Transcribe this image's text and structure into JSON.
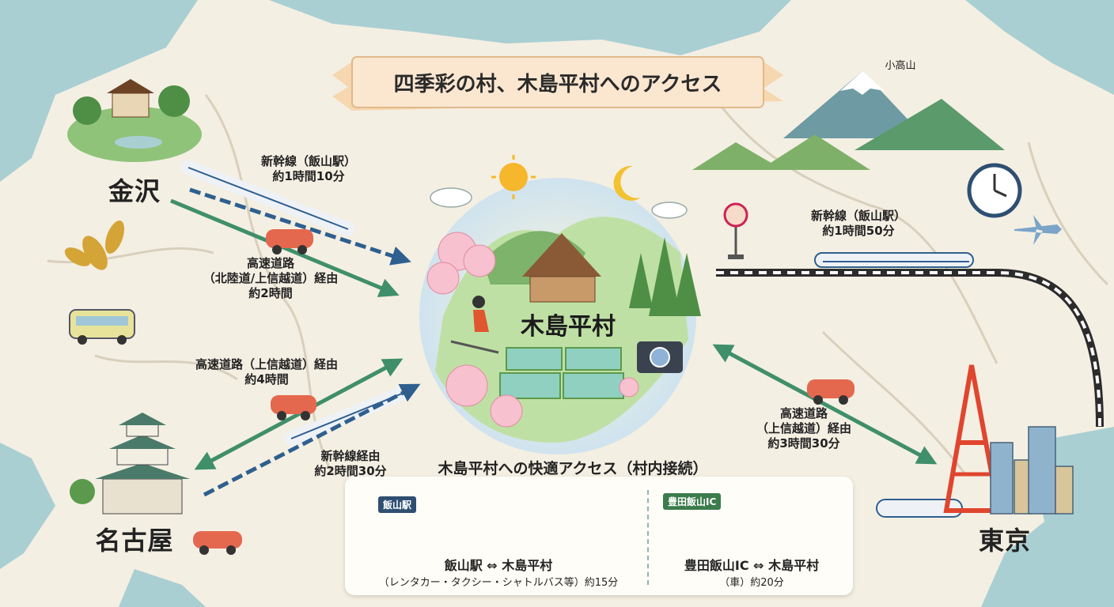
{
  "title": "四季彩の村、木島平村へのアクセス",
  "village": "木島平村",
  "cities": {
    "kanazawa": "金沢",
    "nagoya": "名古屋",
    "tokyo": "東京"
  },
  "landmarks": {
    "mountain": "小高山"
  },
  "routes": {
    "kanazawa_train": [
      "新幹線（飯山駅）",
      "約1時間10分"
    ],
    "kanazawa_car": [
      "高速道路",
      "（北陸道/上信越道）経由",
      "約2時間"
    ],
    "nagoya_car": [
      "高速道路（上信越道）経由",
      "約4時間"
    ],
    "nagoya_train": [
      "新幹線経由",
      "約2時間30分"
    ],
    "tokyo_train": [
      "新幹線（飯山駅）",
      "約1時間50分"
    ],
    "tokyo_car": [
      "高速道路",
      "（上信越道）経由",
      "約3時間30分"
    ]
  },
  "panel": {
    "title": "木島平村への快適アクセス（村内接続）",
    "left": {
      "sign": "飯山駅",
      "route": "飯山駅 ⇔ 木島平村",
      "detail": "（レンタカー・タクシー・シャトルバス等）約15分"
    },
    "right": {
      "sign": "豊田飯山IC",
      "route": "豊田飯山IC ⇔ 木島平村",
      "detail": "（車）約20分"
    }
  },
  "colors": {
    "sea": "#a9cfd3",
    "land": "#f4efe3",
    "road_arrow": "#3f8f6a",
    "rail_arrow": "#2f5f8f",
    "banner": "#fbe7d0",
    "forest": "#5c9a4c"
  },
  "icons": [
    "train-icon",
    "car-icon",
    "bus-icon",
    "taxi-icon",
    "sun-icon",
    "moon-icon",
    "clock-icon",
    "airplane-icon",
    "camera-icon",
    "tokyo-tower-icon",
    "castle-icon",
    "temple-icon",
    "thatched-house-icon",
    "bus-stop-icon",
    "key-icon"
  ]
}
